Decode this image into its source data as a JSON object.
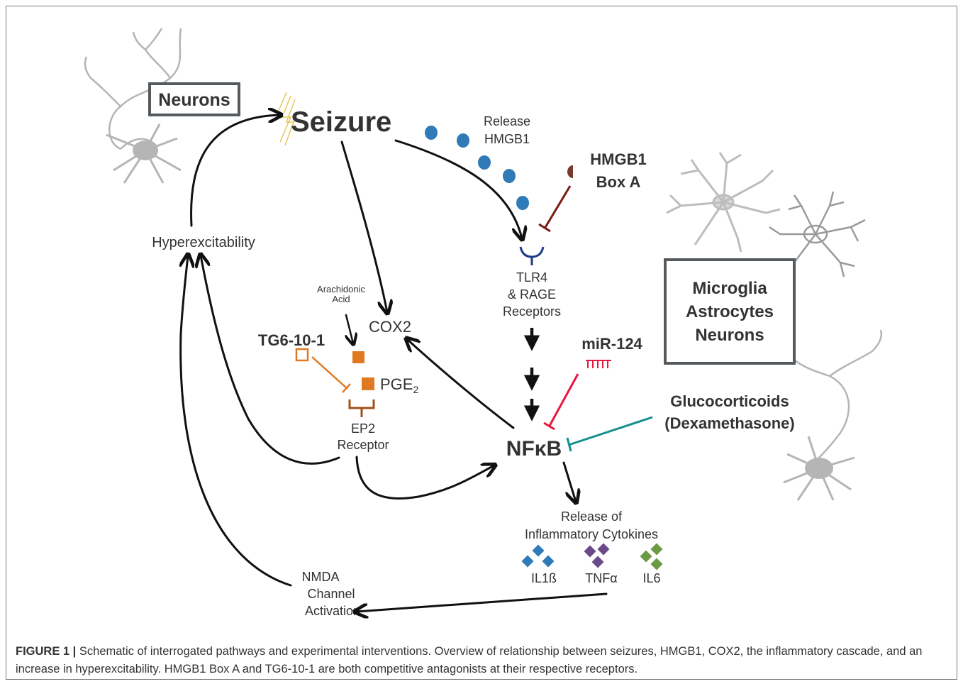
{
  "colors": {
    "purple": "#7e3f9e",
    "hmgb1_box_a": "#7a1a14",
    "orange": "#e07a22",
    "mir": "#e8173f",
    "teal": "#138e8e",
    "blue": "#2f7ab7",
    "violet": "#6a4a8a",
    "green": "#6a9a44",
    "navy": "#1f3a8a",
    "box_border": "#555a5e",
    "grey_cells": "#b5b5b5"
  },
  "labels": {
    "neurons": "Neurons",
    "seizure": "Seizure",
    "release_hmgb1_line1": "Release",
    "release_hmgb1_line2": "HMGB1",
    "hmgb1_box_a_line1": "HMGB1",
    "hmgb1_box_a_line2": "Box A",
    "hyperexcitability": "Hyperexcitability",
    "tlr4_line1": "TLR4",
    "tlr4_line2": "& RAGE",
    "tlr4_line3": "Receptors",
    "cells_line1": "Microglia",
    "cells_line2": "Astrocytes",
    "cells_line3": "Neurons",
    "arachidonic_line1": "Arachidonic",
    "arachidonic_line2": "Acid",
    "cox2": "COX2",
    "tg6": "TG6-10-1",
    "pge2": "PGE",
    "pge2_sub": "2",
    "mir124": "miR-124",
    "glucocorticoids_line1": "Glucocorticoids",
    "glucocorticoids_line2": "(Dexamethasone)",
    "ep2_line1": "EP2",
    "ep2_line2": "Receptor",
    "nfkb": "NFκB",
    "cytokines_line1": "Release of",
    "cytokines_line2": "Inflammatory Cytokines",
    "il1b": "IL1ß",
    "tnfa": "TNFα",
    "il6": "IL6",
    "nmda_line1": "NMDA",
    "nmda_line2": "Channel",
    "nmda_line3": "Activation"
  },
  "caption": {
    "label": "FIGURE 1 |",
    "text": " Schematic of interrogated pathways and experimental interventions. Overview of relationship between seizures, HMGB1, COX2, the inflammatory cascade, and an increase in hyperexcitability. HMGB1 Box A and TG6-10-1 are both competitive antagonists at their respective receptors."
  }
}
